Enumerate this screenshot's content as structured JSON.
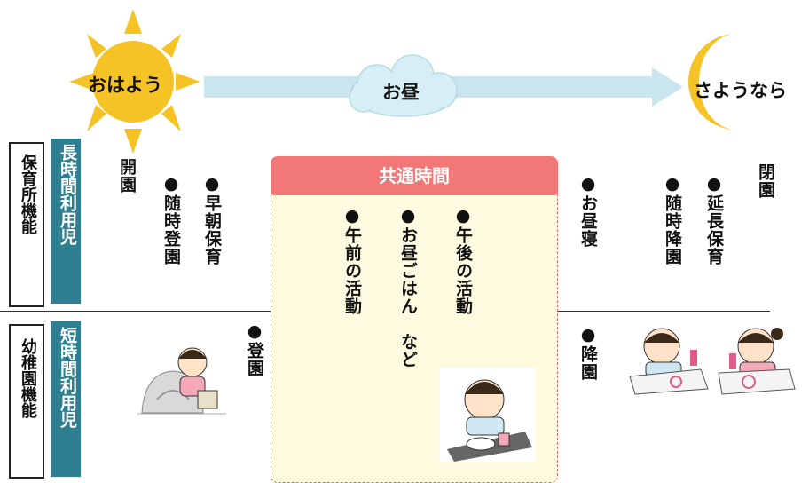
{
  "timeline": {
    "morning": "おはよう",
    "noon": "お昼",
    "evening": "さようなら"
  },
  "labels": {
    "nursery_function": "保育所機能",
    "nursery_children": "長時間利用児",
    "kinder_function": "幼稚園機能",
    "kinder_children": "短時間利用児"
  },
  "morning_items": {
    "open": "開園",
    "flexible_arrival": "●随時登園",
    "early_care": "●早朝保育",
    "arrival": "●登園"
  },
  "common_time": {
    "title": "共通時間",
    "items": [
      "●午前の活動",
      "●お昼ごはん　など",
      "●午後の活動"
    ]
  },
  "afternoon_items": {
    "nap": "●お昼寝",
    "flexible_departure": "●随時降園",
    "extended_care": "●延長保育",
    "close": "閉園",
    "departure": "●降園"
  },
  "colors": {
    "sun": "#f6c327",
    "arrow": "#c9e6ef",
    "moon": "#f6c327",
    "teal": "#2e7f8f",
    "common_header": "#f27777",
    "common_bg": "#fdfae0"
  }
}
